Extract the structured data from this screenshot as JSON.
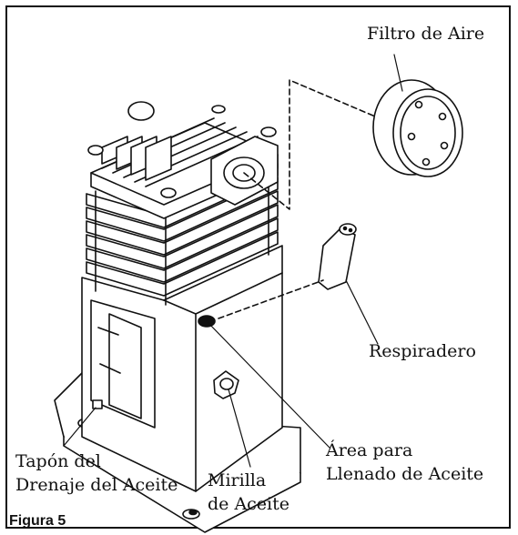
{
  "labels": {
    "air_filter": "Filtro de Aire",
    "breather": "Respiradero",
    "oil_fill_line1": "Área para",
    "oil_fill_line2": "Llenado de Aceite",
    "drain_line1": "Tapón del",
    "drain_line2": "Drenaje del Aceite",
    "sight_line1": "Mirilla",
    "sight_line2": "de Aceite"
  },
  "caption": "Figura 5"
}
